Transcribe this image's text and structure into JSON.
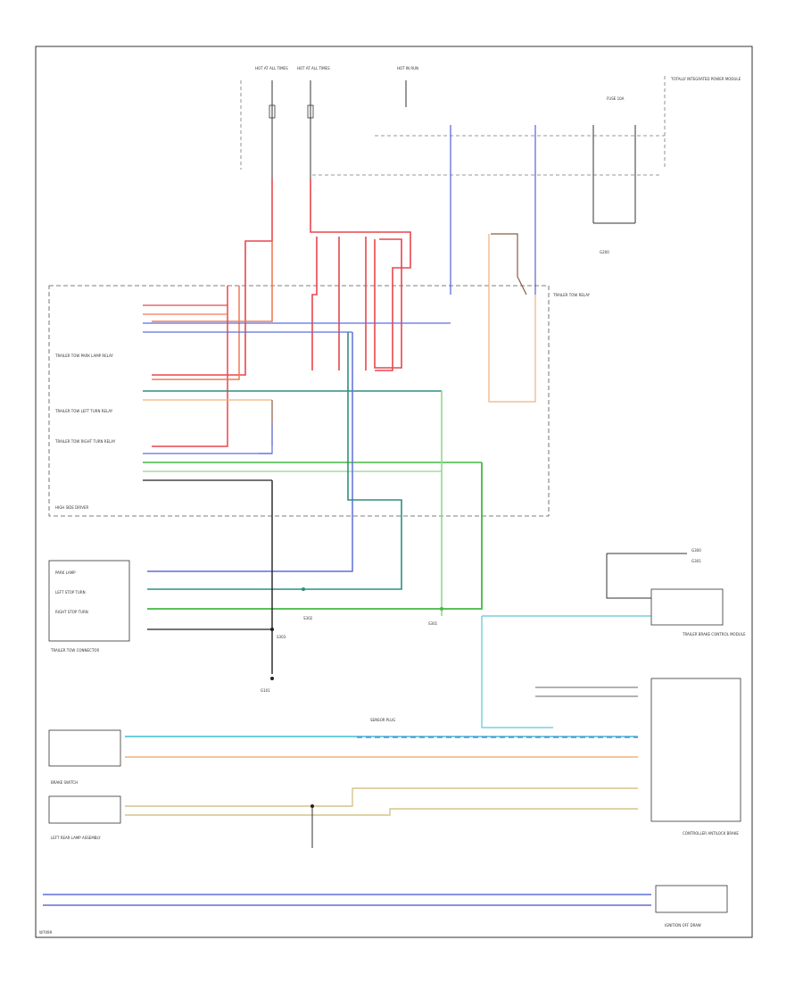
{
  "labels": {
    "fuse_a": "HOT AT ALL TIMES",
    "fuse_b": "HOT AT ALL TIMES",
    "fuse_c": "HOT IN RUN",
    "pdc": "TOTALLY INTEGRATED POWER MODULE",
    "tipm": "TRAILER TOW RELAY",
    "ign_fuse": "FUSE 10A",
    "relay_park": "TRAILER TOW PARK LAMP RELAY",
    "relay_left": "TRAILER TOW LEFT TURN RELAY",
    "relay_right": "TRAILER TOW RIGHT TURN RELAY",
    "trailer_module": "TRAILER TOW CONNECTOR",
    "trailer_ground": "G300",
    "trailer_ground2": "G301",
    "ground_bottom": "G101",
    "relay_block": "HIGH SIDE DRIVER",
    "left_turn_relay": "LEFT STOP TURN",
    "right_turn_relay": "RIGHT STOP TURN",
    "park_lamp": "PARK LAMP",
    "splice_a": "S303",
    "splice_b": "S302",
    "splice_c": "S301",
    "tow_module": "TRAILER BRAKE CONTROL MODULE",
    "sensor_plug": "SENSOR PLUG",
    "brake_switch": "BRAKE SWITCH",
    "ccm": "CONTROLLER ANTILOCK BRAKE",
    "left_lamp": "LEFT REAR LAMP ASSEMBLY",
    "ground_g200": "G200",
    "ignition_module": "IGNITION OFF DRAW",
    "footer": "W7099"
  },
  "colors": {
    "red": "#e8474f",
    "orange": "#f07a55",
    "blue": "#5f6fd9",
    "teal": "#2e8f80",
    "green": "#44b844",
    "lightgreen": "#8fd88f",
    "cyan": "#57c8d8",
    "tan": "#d6c48a",
    "brown": "#8a5a4a",
    "peach": "#f0b27a",
    "black": "#222222",
    "gray": "#999999"
  }
}
